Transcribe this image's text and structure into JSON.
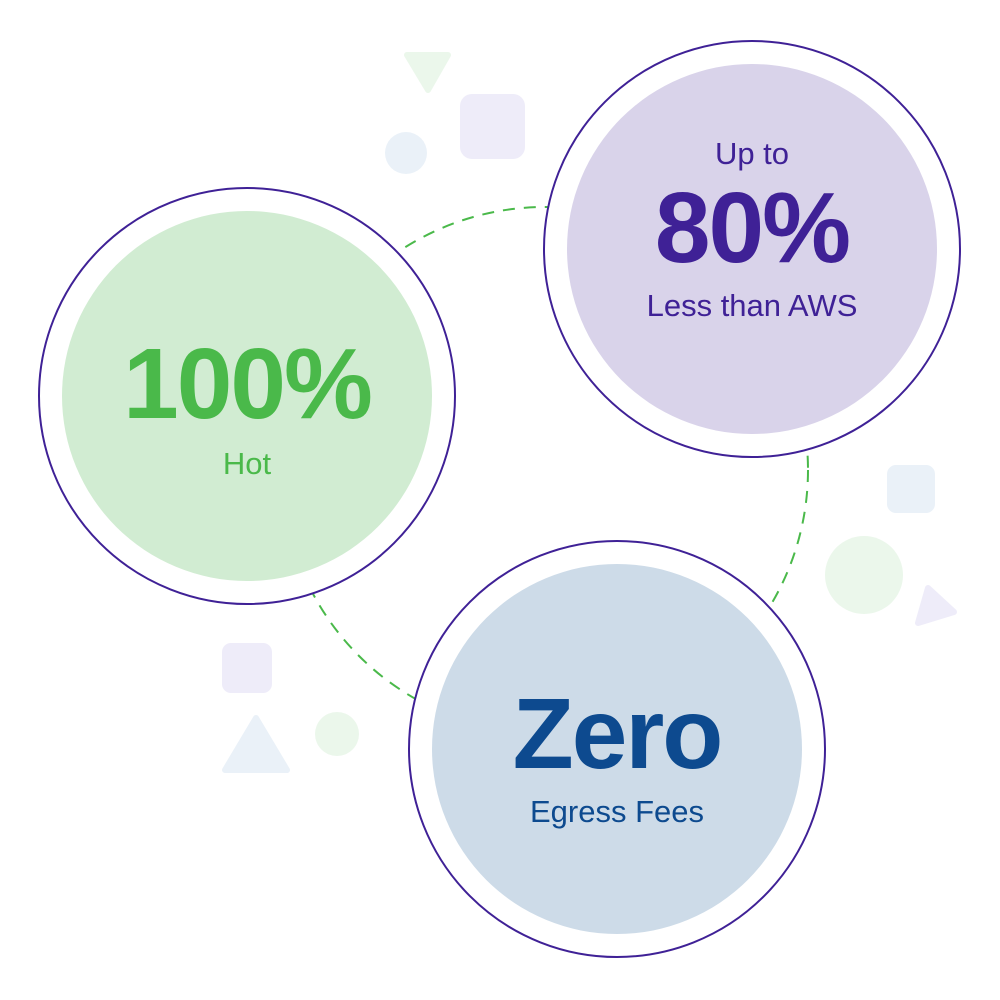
{
  "colors": {
    "green": "#4ab94a",
    "green_fill": "#d1ecd2",
    "purple": "#3f2196",
    "purple_fill": "#d9d3ea",
    "blue": "#0d4a8f",
    "blue_fill": "#cddbe8",
    "ring": "#3f2196"
  },
  "stats": [
    {
      "headline": "100%",
      "caption": "Hot"
    },
    {
      "prefix": "Up to",
      "headline": "80%",
      "caption": "Less than AWS"
    },
    {
      "headline": "Zero",
      "caption": "Egress Fees"
    }
  ]
}
